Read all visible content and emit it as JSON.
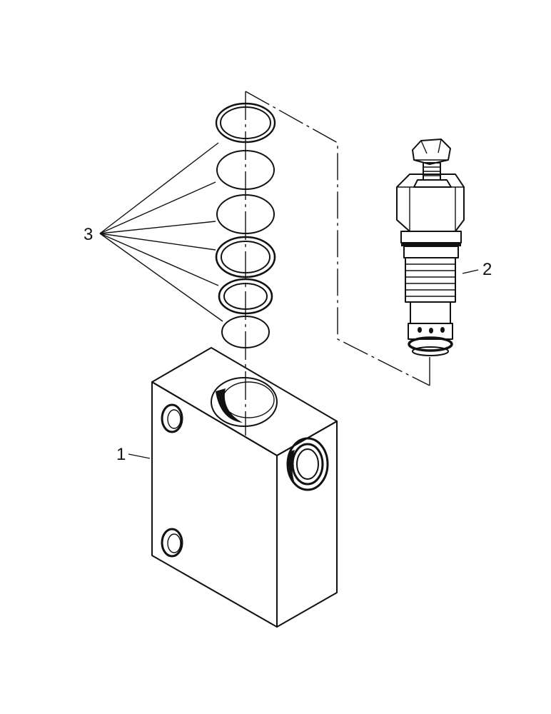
{
  "callouts": {
    "block": "1",
    "cartridge": "2",
    "seals": "3"
  },
  "colors": {
    "ink": "#111111",
    "paper": "#ffffff"
  }
}
